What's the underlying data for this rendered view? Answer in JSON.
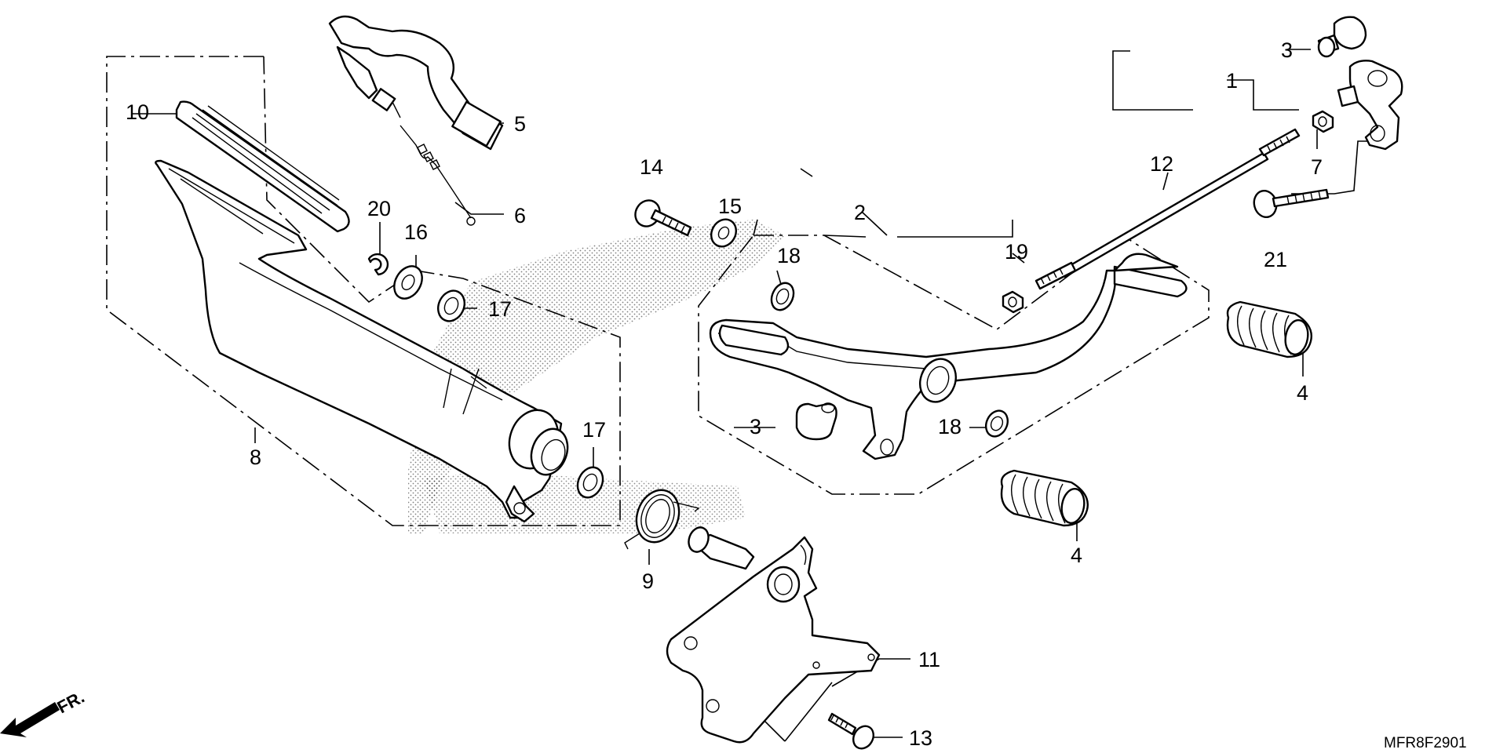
{
  "callouts": [
    "1",
    "2",
    "3",
    "3",
    "4",
    "4",
    "5",
    "6",
    "7",
    "8",
    "9",
    "10",
    "11",
    "12",
    "13",
    "14",
    "15",
    "16",
    "17",
    "17",
    "18",
    "18",
    "19",
    "20",
    "21"
  ],
  "diagram_code": "MFR8F2901",
  "direction_label": "FR."
}
